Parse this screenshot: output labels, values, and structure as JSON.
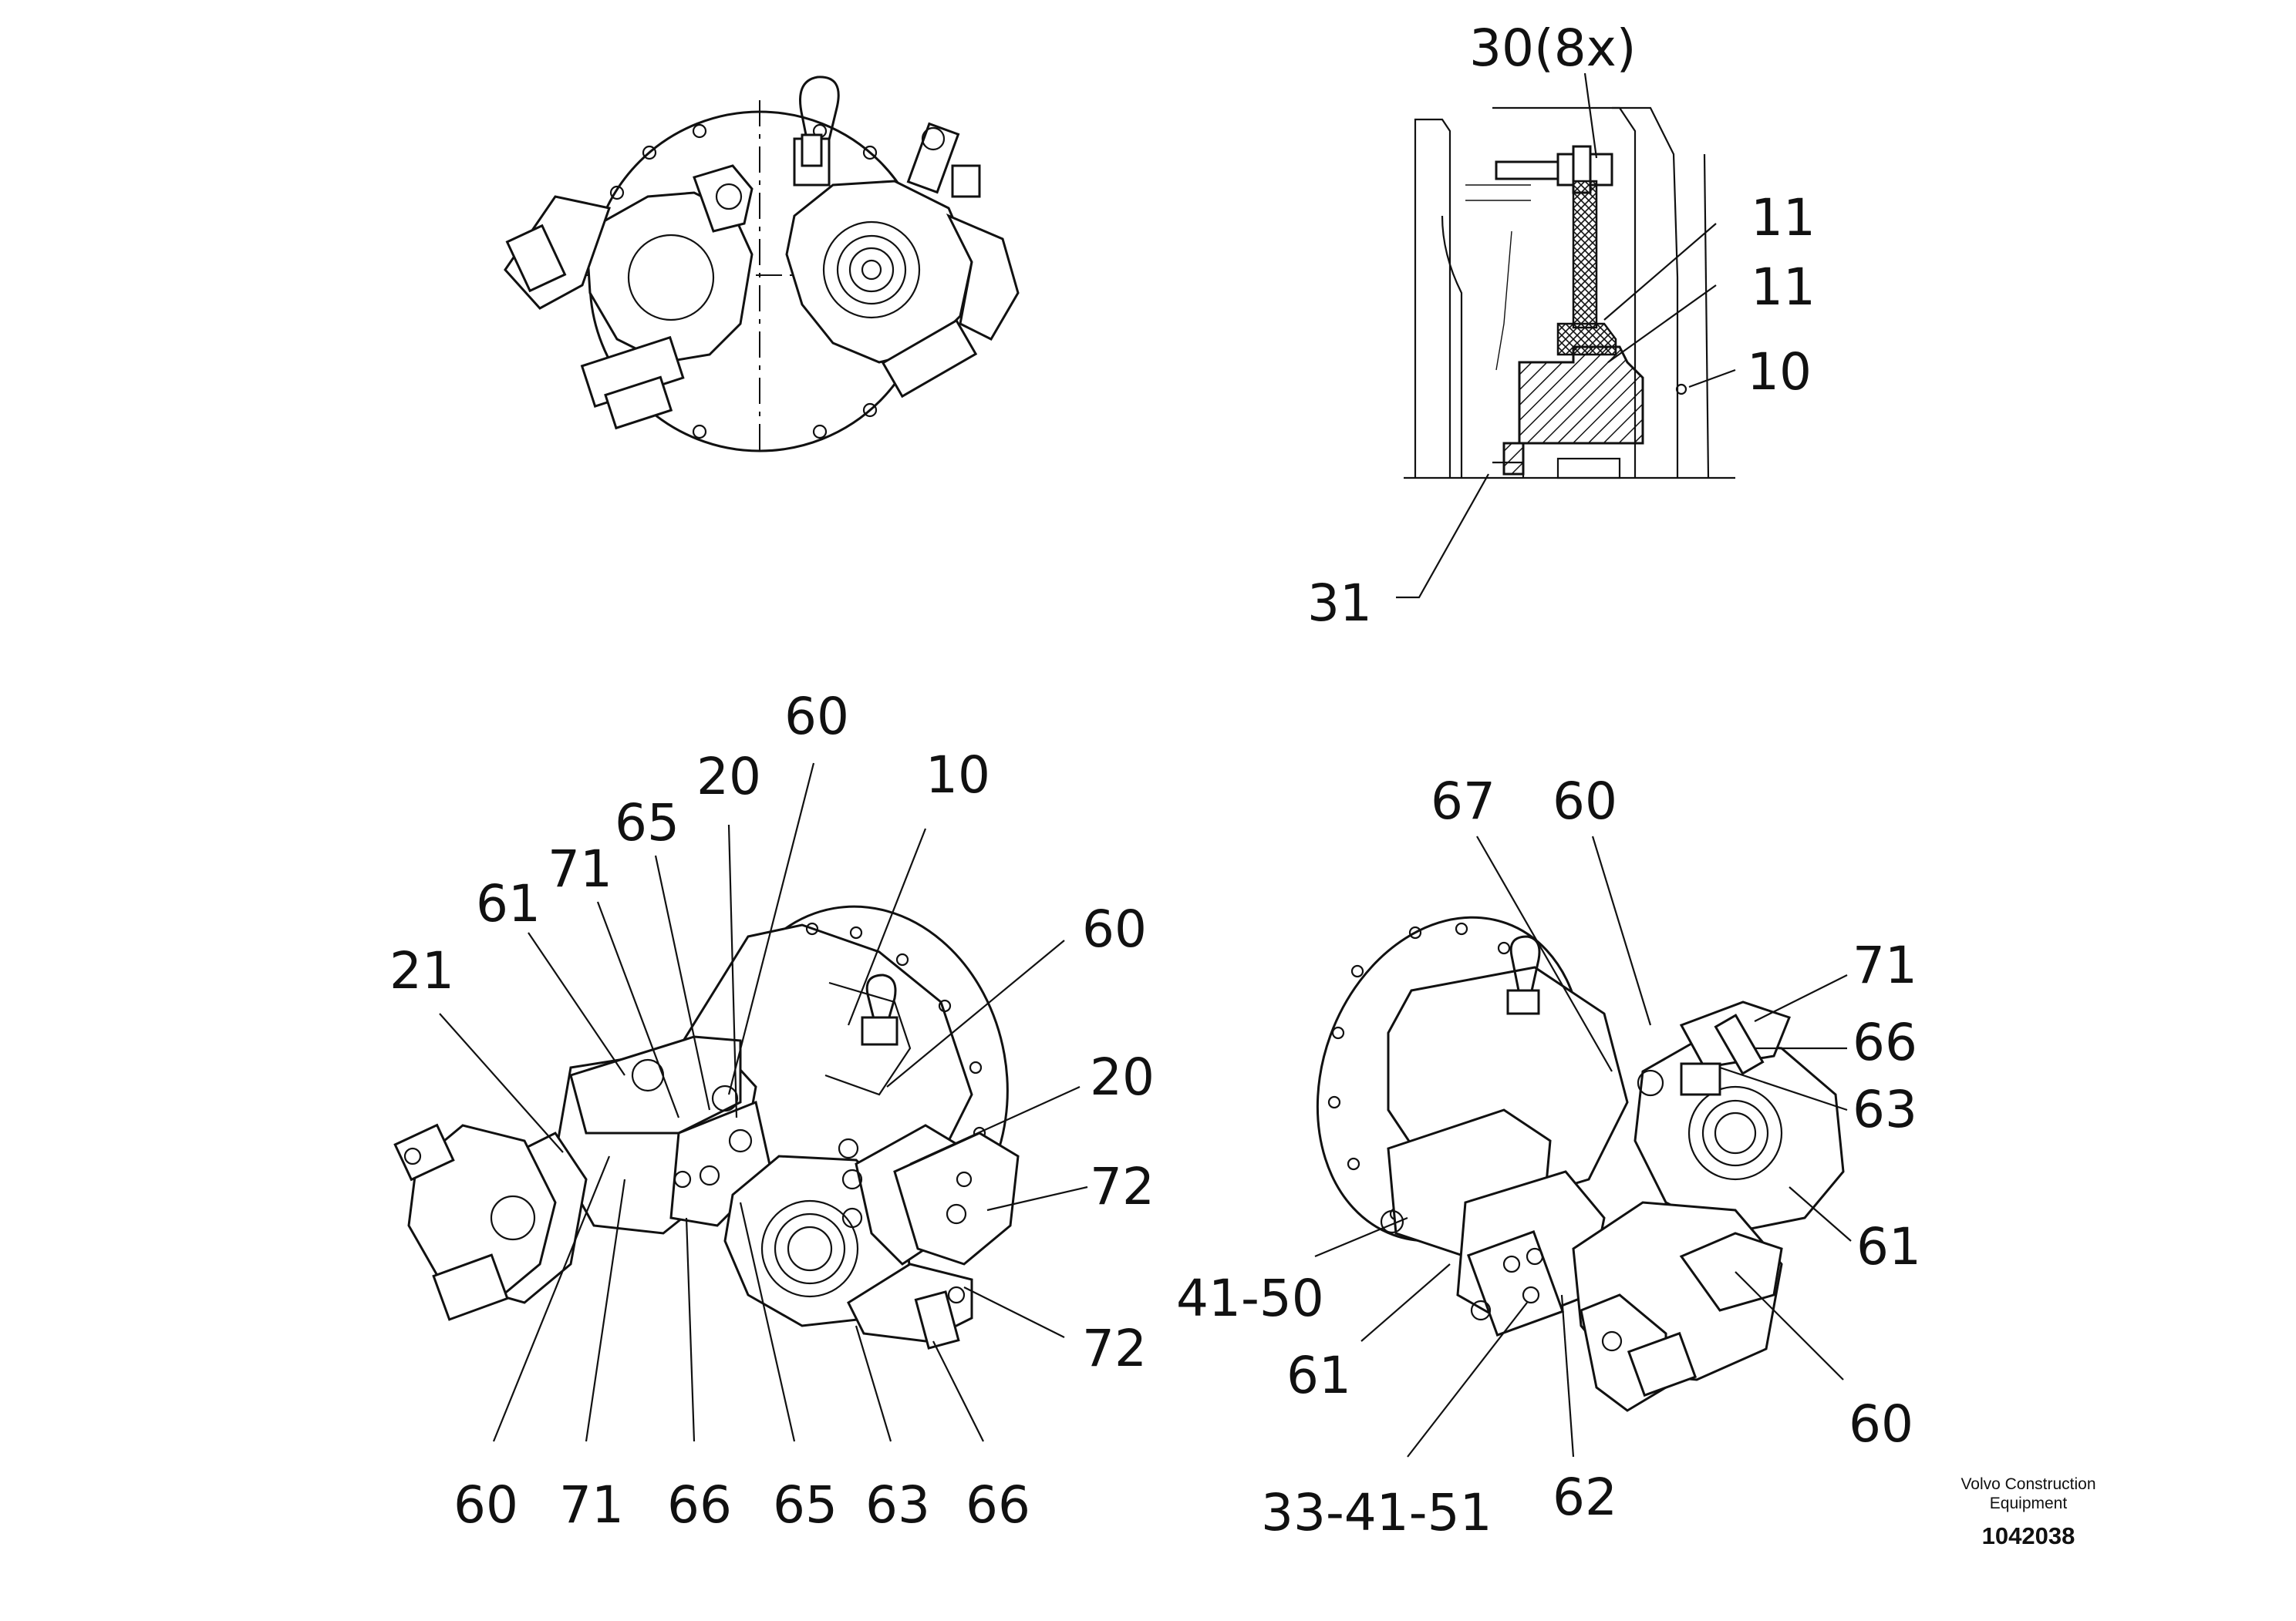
{
  "diagram": {
    "type": "exploded parts view",
    "views": [
      "top-left-end-view",
      "top-right-section-view",
      "bottom-left-isometric",
      "bottom-right-isometric"
    ]
  },
  "section_view": {
    "labels": [
      "30(8x)",
      "11",
      "11",
      "10",
      "31"
    ]
  },
  "left_iso": {
    "top_labels": [
      "21",
      "61",
      "71",
      "65",
      "20",
      "60",
      "10",
      "60",
      "20",
      "72",
      "72"
    ],
    "bottom_labels": [
      "60",
      "71",
      "66",
      "65",
      "63",
      "66"
    ]
  },
  "right_iso": {
    "labels": [
      "67",
      "60",
      "71",
      "66",
      "63",
      "61",
      "60",
      "41-50",
      "61",
      "33-41-51",
      "62"
    ]
  },
  "footer": {
    "brand_line1": "Volvo Construction",
    "brand_line2": "Equipment",
    "doc_id": "1042038"
  }
}
